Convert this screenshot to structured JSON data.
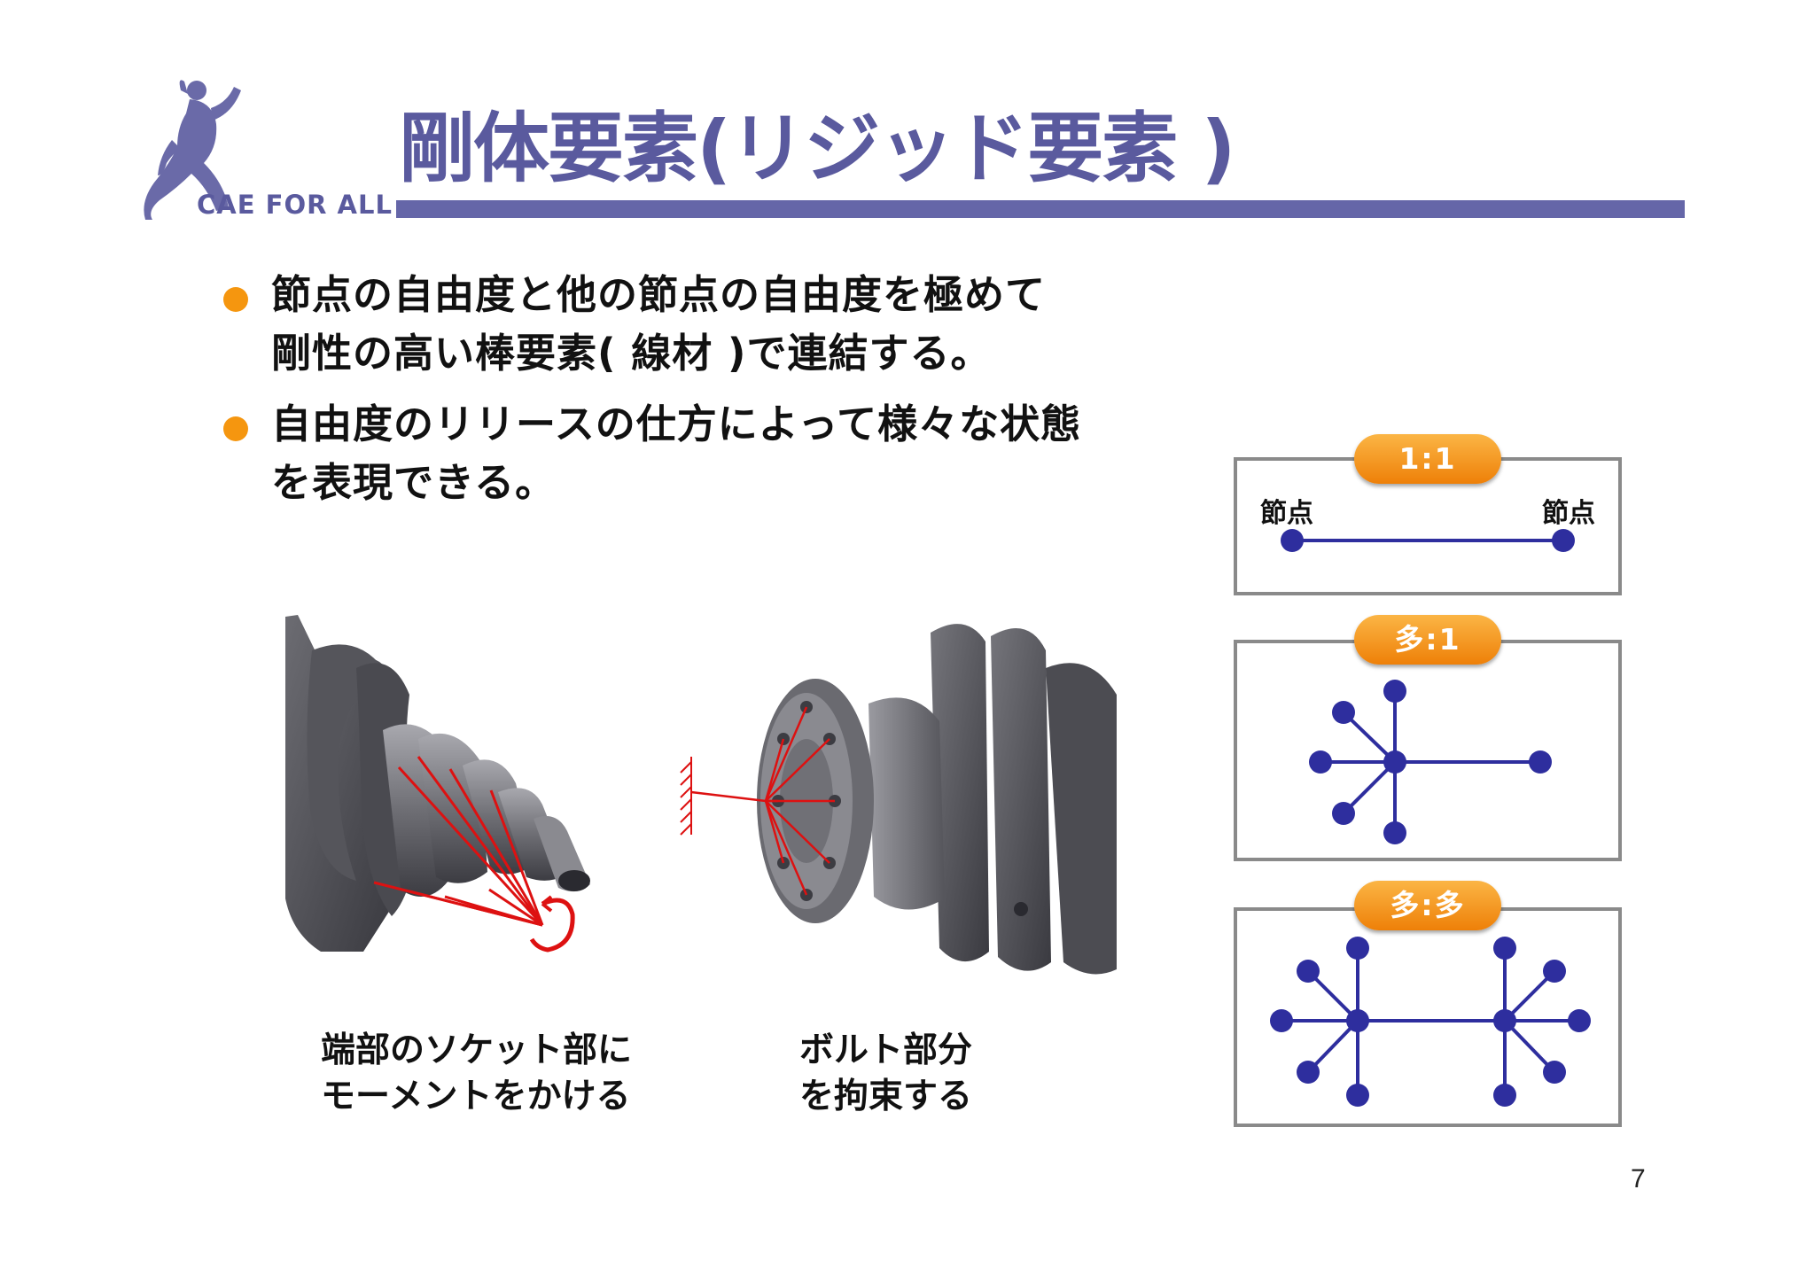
{
  "logo": {
    "text": "CAE FOR ALL"
  },
  "title": "剛体要素(リジッド要素 )",
  "bullets": [
    {
      "lines": [
        "節点の自由度と他の節点の自由度を極めて",
        "剛性の高い棒要素( 線材 )で連結する。"
      ]
    },
    {
      "lines": [
        "自由度のリリースの仕方によって様々な状態",
        "を表現できる。"
      ]
    }
  ],
  "captions": {
    "left": [
      "端部のソケット部に",
      "モーメントをかける"
    ],
    "right": [
      "ボルト部分",
      "を拘束する"
    ]
  },
  "diagrams": [
    {
      "label": "1:1",
      "node_left": "節点",
      "node_right": "節点"
    },
    {
      "label": "多:1"
    },
    {
      "label": "多:多"
    }
  ],
  "colors": {
    "accent": "#5a5a9e",
    "bullet": "#f5960f",
    "pill": "#f39a1e",
    "node": "#2e2e9e",
    "rigid_line": "#dd1111"
  },
  "page_number": "7"
}
